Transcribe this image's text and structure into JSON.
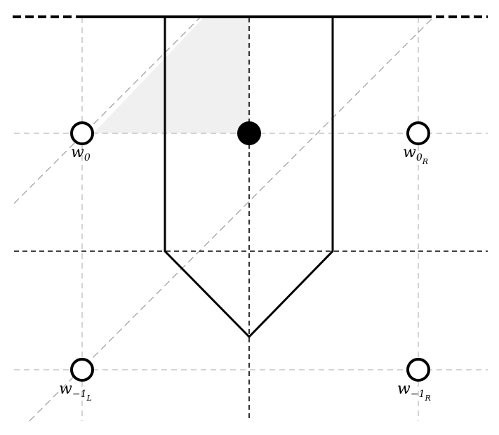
{
  "diagram": {
    "labels": {
      "w0": {
        "base": "w",
        "sub": "0",
        "subsub": ""
      },
      "w0R": {
        "base": "w",
        "sub": "0",
        "subsub": "R"
      },
      "wm1L": {
        "base": "w",
        "sub": "−1",
        "subsub": "L"
      },
      "wm1R": {
        "base": "w",
        "sub": "−1",
        "subsub": "R"
      }
    },
    "colors": {
      "stroke": "#000000",
      "grid": "#aaaaaa",
      "shade": "#f0f0f0",
      "node_fill": "#ffffff",
      "center_node_fill": "#000000"
    }
  }
}
